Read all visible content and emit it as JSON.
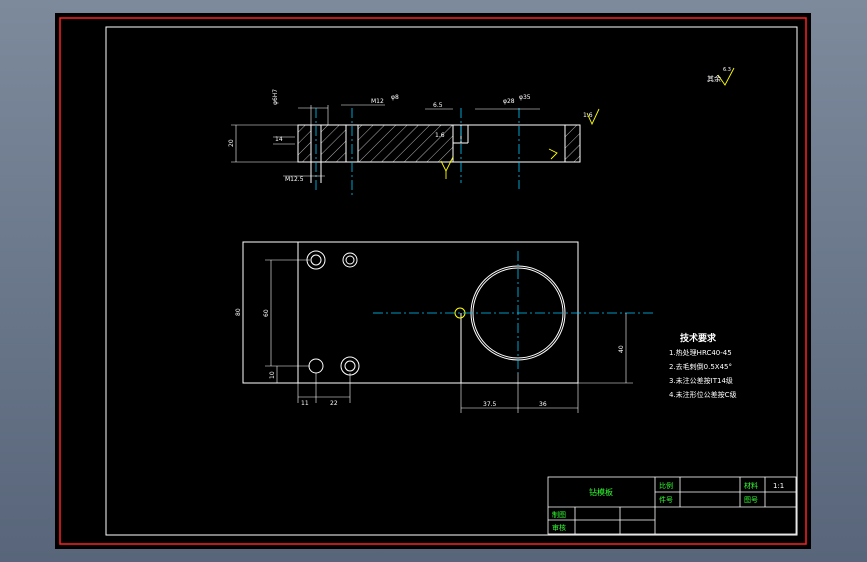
{
  "colors": {
    "frame": "#ff2020",
    "lines": "#ffffff",
    "centerline": "#00c8ff",
    "dimension": "#ffffff",
    "symbol": "#ffff00",
    "text": "#ffffff",
    "titleText": "#30ff30"
  },
  "top_view": {
    "dims": {
      "d1": "φ6H7",
      "d2": "M12",
      "d3": "φ8",
      "d4": "6.5",
      "d5": "φ28",
      "d6": "φ35",
      "d7": "1.6",
      "d8": "1.6",
      "d9": "20",
      "d10": "14",
      "d11": "M12.5"
    }
  },
  "front_view": {
    "dims": {
      "h_total": "80",
      "h_holes": "60",
      "h_small": "10",
      "w_left": "11",
      "w_pitch": "22",
      "h_right": "40",
      "w_c1": "37.5",
      "w_c2": "36"
    }
  },
  "roughness_note": {
    "text": "其余",
    "value": "6.3"
  },
  "tech_requirements": {
    "title": "技术要求",
    "items": [
      "1.热处理HRC40-45",
      "2.去毛刺倒0.5X45°",
      "3.未注公差按IT14级",
      "4.未注形位公差按C级"
    ]
  },
  "title_block": {
    "part_name": "钻模板",
    "scale_label": "比例",
    "scale_value": "1:1",
    "material_label": "材料",
    "drawing_no_label": "图号",
    "sheet_label": "件号",
    "designer_label": "制图",
    "reviewer_label": "审核"
  }
}
